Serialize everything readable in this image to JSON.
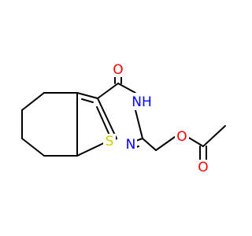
{
  "structure": {
    "atoms": {
      "o_carbonyl": {
        "symbol": "O",
        "color": "#ff0000"
      },
      "nh": {
        "symbol": "NH",
        "color": "#0000ff"
      },
      "n_ring": {
        "symbol": "N",
        "color": "#0000ff"
      },
      "s_ring": {
        "symbol": "S",
        "color": "#cccc00"
      },
      "o_ester": {
        "symbol": "O",
        "color": "#ff0000"
      },
      "o_acetyl": {
        "symbol": "O",
        "color": "#ff0000"
      }
    }
  }
}
